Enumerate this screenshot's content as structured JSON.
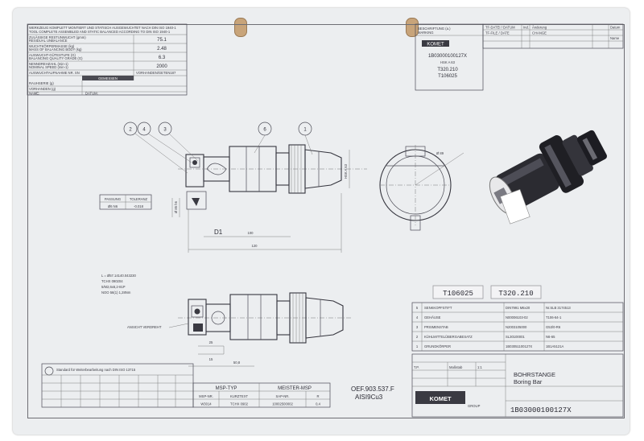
{
  "balance_table": {
    "header": "WERKZEUG KOMPLETT MONTIERT UND STATISCH AUSGEWUCHTET NACH DIN ISO 1940-1",
    "header2": "TOOL COMPLETE ASSEMBLED AND STATIC BALANCED ACCORDING TO DIN ISO 1940-1",
    "rows": [
      {
        "label": "ZULÄSSIGE RESTUNWUCHT (gmm)",
        "sub": "RESIDUAL UNBALANCE",
        "value": "75.1"
      },
      {
        "label": "WUCHTKÖRPERMASSE (kg)",
        "sub": "MASS OF BALANCING BODY (kg)",
        "value": "2.48"
      },
      {
        "label": "AUSWUCHT-GÜTESTUFE (G)",
        "sub": "BALANCING QUALITY GRADE (G)",
        "value": "6.3"
      },
      {
        "label": "NENNDREHZAHL (min-1)",
        "sub": "NOMINAL SPEED (min-1)",
        "value": "2000"
      },
      {
        "label": "AUSWUCHTAUFNAHME NR. SN",
        "sub": "",
        "value": "VORHANDEN/GETEN187"
      }
    ],
    "measured_label": "GEMESSEN",
    "unbalance_row": "RAUHSERIE (g)",
    "present_row": "VORHANDEN (g)",
    "name_label": "NAME:",
    "date_label": "DATUM:"
  },
  "title_header": {
    "beschriftung": "BESCHRIFTUNG (a.)",
    "marking": "MARKING",
    "part_number": "1B03000100127X",
    "hsk": "HSK A 63",
    "code1": "T320.210",
    "code2": "T106025",
    "tf_date": "TF-DATEI / DATUM",
    "tf_file": "TF-FILE / DATE",
    "index": "Ind.",
    "aenderung": "Änderung",
    "change": "CHANGE",
    "datum": "Datum",
    "name": "Name"
  },
  "fit_table": {
    "headers": [
      "PASSUNG",
      "TOLERANZ"
    ],
    "row": [
      "Ø6 N6",
      "-0.018"
    ]
  },
  "callouts": [
    "2",
    "4",
    "3",
    "6",
    "1"
  ],
  "dimensions": {
    "d1": "D1",
    "l100": "100",
    "l120": "120",
    "hsk_side": "HSK A 63",
    "dia_bore": "Ø 85 h6",
    "dia_section": "Ø 89",
    "l25": "25",
    "l50": "50,8",
    "l15": "15"
  },
  "insert_note": [
    "L = Ø57.14140.043230",
    "TCHX 090204",
    "5/M2,6x6,2-81P",
    "NOO 56(1) 1,28Nm"
  ],
  "view_label": "ANSICHT VERDREHT",
  "stamps": [
    "T106025",
    "T320.210"
  ],
  "parts_list": [
    {
      "pos": "5",
      "name": "SENKKOPFSTIFT",
      "norm": "DIN7991 M6x20",
      "id": "Nr.SLB 3174513"
    },
    {
      "pos": "4",
      "name": "GEHÄUSE",
      "norm": "N00006103-02",
      "id": "T106-64-1"
    },
    {
      "pos": "3",
      "name": "PRISMENSTAB",
      "norm": "N2003105000",
      "id": "G53/0-R6"
    },
    {
      "pos": "2",
      "name": "KÜHLMITTELÜBERGABESATZ",
      "norm": "SL30100001",
      "id": "N6-65"
    },
    {
      "pos": "1",
      "name": "GRUNDKÖRPER",
      "norm": "1B03051100127X",
      "id": "1B1A5121A"
    }
  ],
  "symbols_note": "Standard für Weiterbearbeitung nach DIN ISO 13715",
  "msp_table": {
    "msp_typ": "MSP-TYP",
    "meister_msp": "MEISTER-MSP",
    "headers": [
      "MSP-NR.",
      "KURZTEXT",
      "SAP-NR.",
      "R"
    ],
    "row": [
      "W3014",
      "TCHX 0902",
      "10002500002",
      "0,4"
    ]
  },
  "material": [
    "OEF.903.537.F",
    "AISI9Cu3"
  ],
  "company": "KOMET",
  "company_sub": "GROUP",
  "title_de": "BOHRSTANGE",
  "title_en": "Boring Bar",
  "drawing_number": "1B03000100127X",
  "title_block_tp": "T.P.",
  "scale_label": "Maßstab",
  "scale_value": "1:1"
}
